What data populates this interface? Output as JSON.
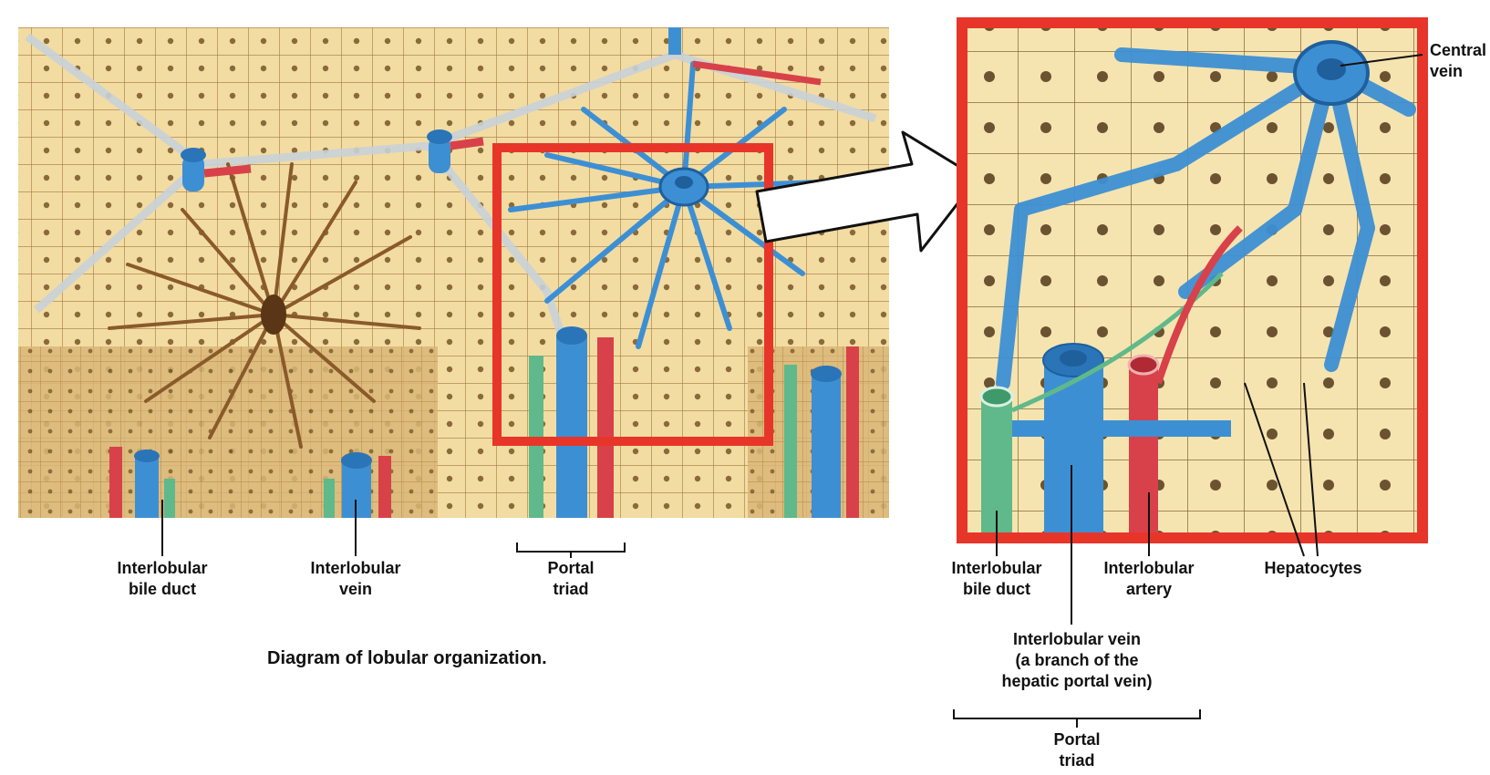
{
  "figure": {
    "caption": "Diagram of lobular organization.",
    "colors": {
      "hepatocyte": "#f3dca2",
      "hepatocyte_edge": "#a27a3e",
      "vein": "#3d8fd4",
      "vein_dark": "#1f5f9c",
      "artery": "#d8414a",
      "bile_duct": "#5fb98a",
      "sinusoid": "#8a5a2a",
      "highlight_box": "#e8352a"
    },
    "left_labels": {
      "bile_duct": [
        "Interlobular",
        "bile duct"
      ],
      "vein": [
        "Interlobular",
        "vein"
      ],
      "portal_triad": [
        "Portal",
        "triad"
      ]
    },
    "right_labels": {
      "central_vein": [
        "Central",
        "vein"
      ],
      "bile_duct": [
        "Interlobular",
        "bile duct"
      ],
      "artery": [
        "Interlobular",
        "artery"
      ],
      "hepatocytes": [
        "Hepatocytes"
      ],
      "vein": [
        "Interlobular vein",
        "(a branch of the",
        "hepatic portal vein)"
      ],
      "portal_triad": [
        "Portal",
        "triad"
      ]
    }
  }
}
